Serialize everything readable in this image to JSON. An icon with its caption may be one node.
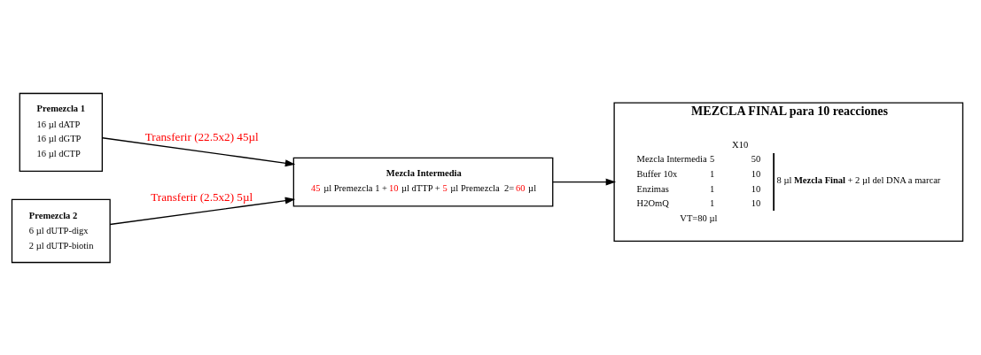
{
  "diagram": {
    "nodes": [
      {
        "text": [
          "Premezcla 1",
          "16 µl dATP",
          "16 µl dGTP",
          "16 µl dCTP"
        ]
      },
      {
        "text": [
          "Premezcla 2",
          "6 µl dUTP-digx",
          "2 µl dUTP-biotin"
        ]
      },
      {
        "text": [
          "Mezcla Intermedia",
          "45 µl Premezcla 1 + 10 µl dTTP + 5 µl Premezcla  2= 60 µl"
        ]
      },
      {
        "text": [
          "MEZCLA FINAL para 10 reacciones"
        ]
      }
    ],
    "edges": [
      {
        "from": 0,
        "to": 2,
        "arrow": "to",
        "label": "Transferir (22.5x2) 45µl"
      },
      {
        "from": 1,
        "to": 2,
        "arrow": "to",
        "label": "Transferir (2.5x2) 5µl"
      },
      {
        "from": 2,
        "to": 3,
        "arrow": "to"
      }
    ],
    "labels": [
      "X10",
      "Mezcla Intermedia",
      "5",
      "50",
      "Buffer 10x",
      "1",
      "10",
      "Enzimas",
      "1",
      "10",
      "H2OmQ",
      "1",
      "10",
      "8 µl **Mezcla Final** + 2 µl del DNA a marcar",
      "VT=80 µl"
    ]
  }
}
